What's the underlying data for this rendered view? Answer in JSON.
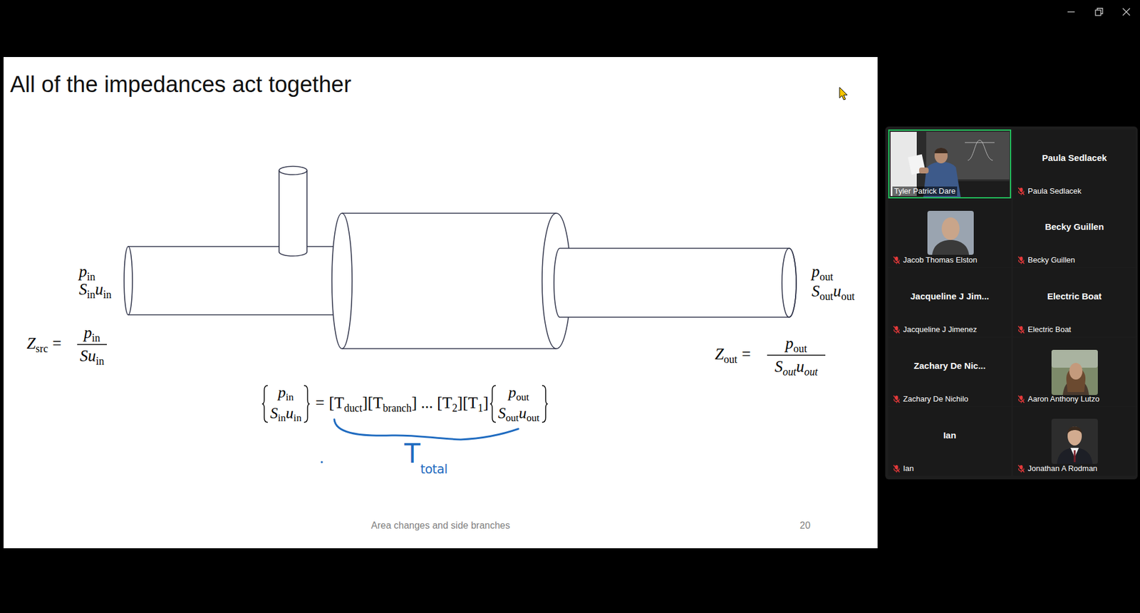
{
  "diagram": {
    "title": "All of the impedances act together",
    "nodes": [
      {
        "text": [
          "Tyler Patrick Dare"
        ]
      },
      {
        "text": [
          "Paula Sedlacek",
          "Paula Sedlacek"
        ]
      },
      {
        "text": [
          "Jacob Thomas Elston"
        ]
      },
      {
        "text": [
          "Becky Guillen",
          "Becky Guillen"
        ]
      },
      {
        "text": [
          "Jacqueline J Jim...",
          "Jacqueline J Jimenez"
        ]
      },
      {
        "text": [
          "Electric Boat",
          "Electric Boat"
        ]
      },
      {
        "text": [
          "Zachary De Nic...",
          "Zachary De Nichilo"
        ]
      },
      {
        "text": [
          "Aaron Anthony Lutzo"
        ]
      },
      {
        "text": [
          "Ian",
          "Ian"
        ]
      },
      {
        "text": [
          "Jonathan A Rodman"
        ]
      }
    ],
    "labels": [
      "p",
      "in",
      "S",
      "in",
      "u",
      "in",
      "p",
      "out",
      "S",
      "out",
      "u",
      "out",
      "Z",
      "src",
      "=",
      "p",
      "in",
      "Su",
      "in",
      "Z",
      "out",
      "=",
      "p",
      "out",
      "S",
      "out",
      "u",
      "out",
      "p",
      "in",
      "S",
      "in",
      "u",
      "in",
      "=",
      "[T",
      "duct",
      "][T",
      "branch",
      "] ... [T",
      "2",
      "][T",
      "1",
      "]",
      "p",
      "out",
      "S",
      "out",
      "u",
      "out",
      "T",
      "total",
      "Area changes and side branches",
      "20"
    ]
  }
}
